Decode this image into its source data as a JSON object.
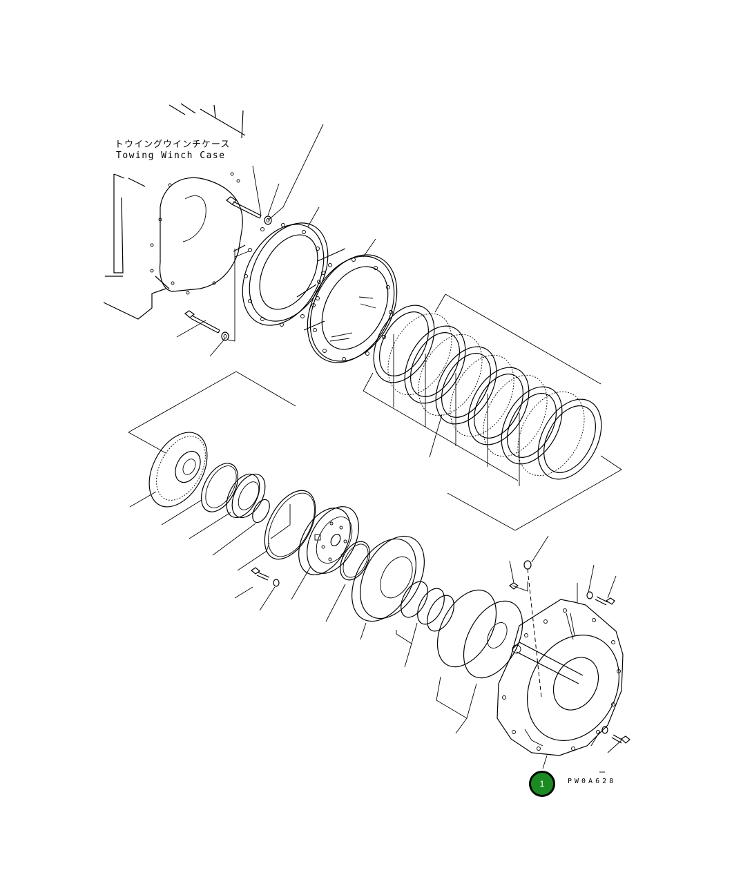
{
  "diagram": {
    "case_label_jp": "トウイングウインチケース",
    "case_label_en": "Towing Winch Case",
    "drawing_id": "PW0A628",
    "callouts": [
      {
        "number": "1",
        "color": "#1c8a23"
      }
    ]
  }
}
